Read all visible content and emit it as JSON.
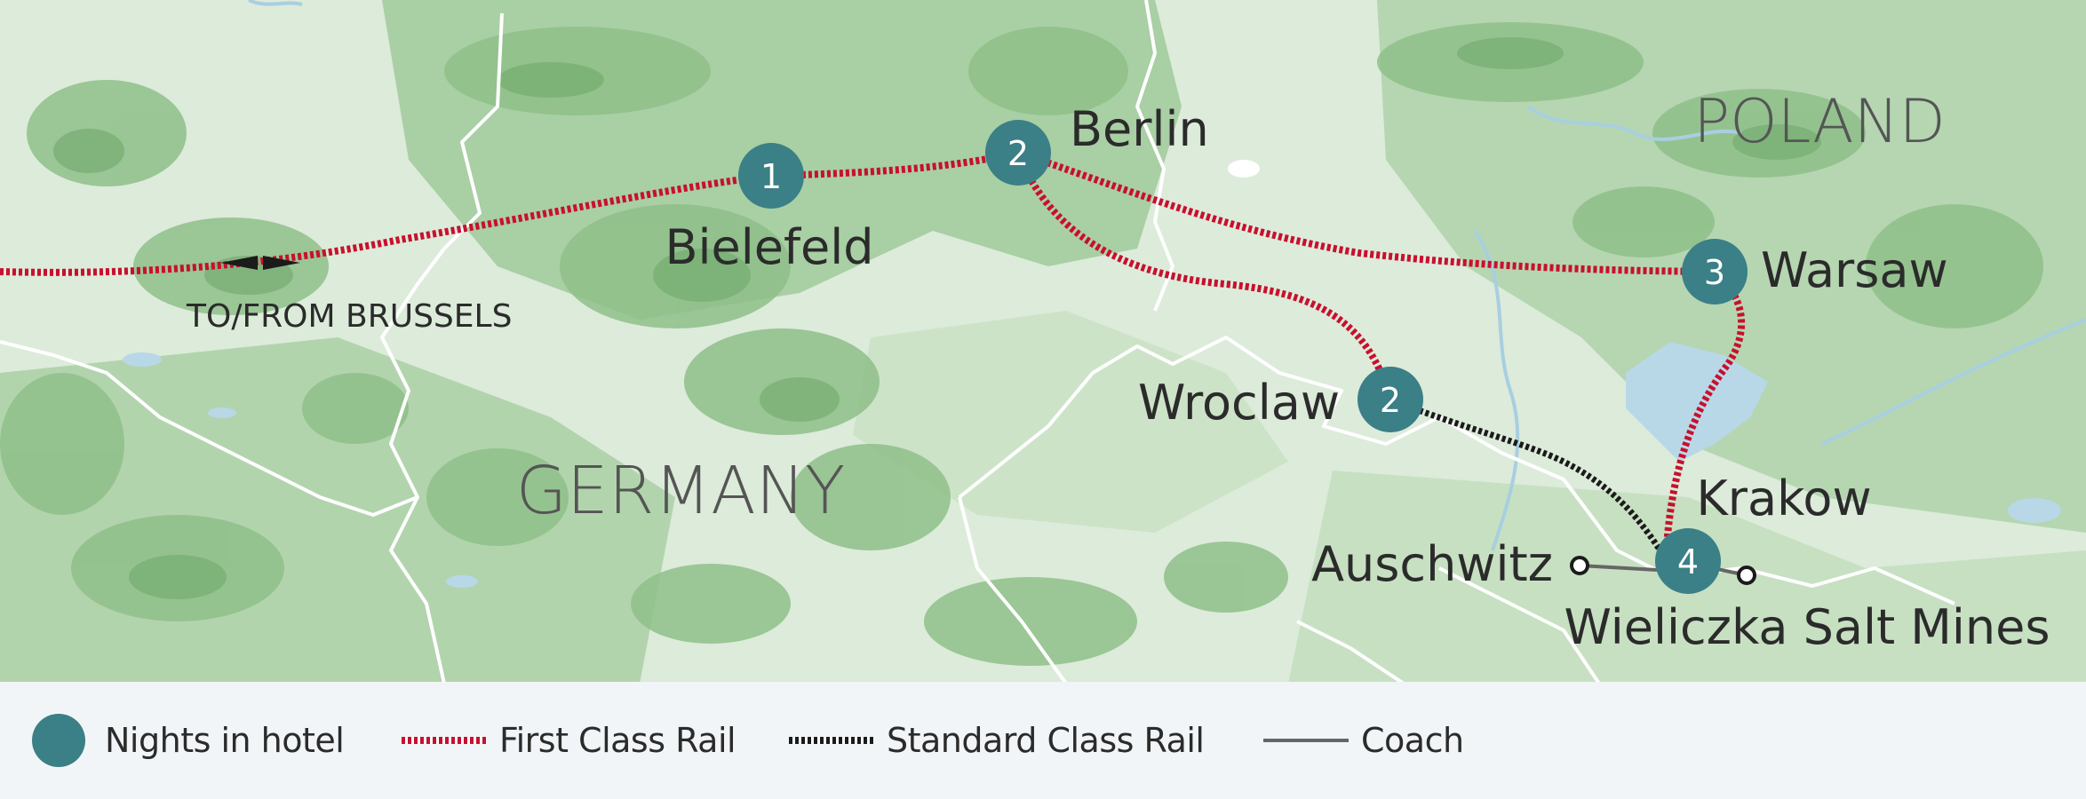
{
  "countries": {
    "germany": "GERMANY",
    "poland": "POLAND"
  },
  "cities": {
    "berlin": "Berlin",
    "bielefeld": "Bielefeld",
    "warsaw": "Warsaw",
    "wroclaw": "Wroclaw",
    "krakow": "Krakow",
    "auschwitz": "Auschwitz",
    "wieliczka": "Wieliczka Salt Mines"
  },
  "stops": {
    "bielefeld": "1",
    "berlin": "2",
    "warsaw": "3",
    "wroclaw": "2",
    "krakow": "4"
  },
  "routes": {
    "brussels": "TO/FROM BRUSSELS"
  },
  "legend": {
    "nights": "Nights in hotel",
    "first_class": "First Class Rail",
    "standard_class": "Standard Class Rail",
    "coach": "Coach"
  },
  "colors": {
    "stop_marker": "#3b7f87",
    "first_class_rail": "#c8102e",
    "standard_class_rail": "#1b1b1b",
    "coach": "#666666"
  }
}
